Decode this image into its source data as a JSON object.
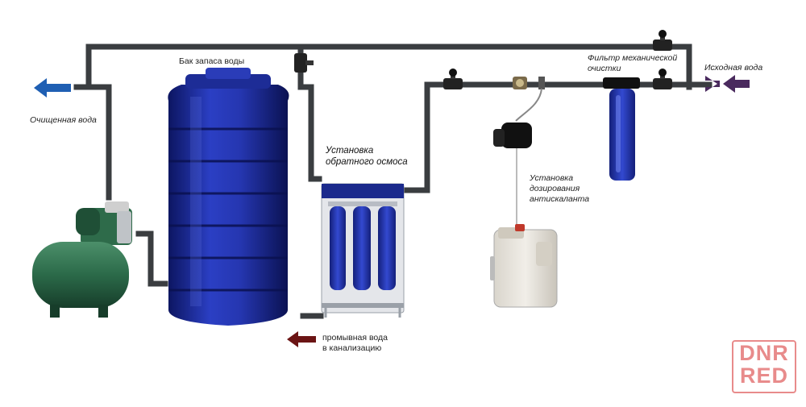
{
  "labels": {
    "tank": "Бак запаса воды",
    "mech_filter_1": "Фильтр механической",
    "mech_filter_2": "очистки",
    "source_water": "Исходная вода",
    "purified_water": "Очищенная вода",
    "ro_1": "Установка",
    "ro_2": "обратного осмоса",
    "dosing_1": "Установка",
    "dosing_2": "дозирования",
    "dosing_3": "антискаланта",
    "drain_1": "промывная вода",
    "drain_2": "в канализацию"
  },
  "watermark": {
    "line1": "DNR",
    "line2": "RED",
    "color": "#e88b8b"
  },
  "colors": {
    "pipe": "#3a3d40",
    "tank": "#1f2f9e",
    "pump": "#2e6b4a",
    "filter_housing": "#1b2a8c",
    "out_arrow": "#1f5fb3",
    "in_arrow": "#4a2a5e",
    "drain_arrow": "#6b1414"
  }
}
